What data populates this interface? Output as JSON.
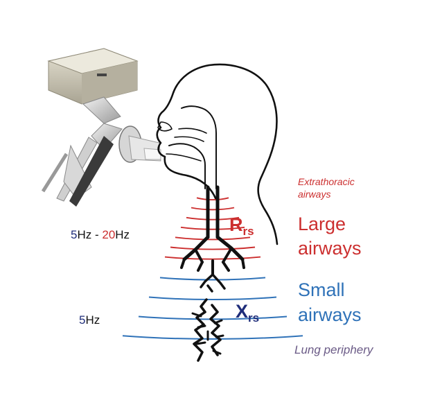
{
  "frequency_labels": {
    "broad": {
      "low": "5",
      "dash": "Hz - ",
      "high": "20",
      "unit": "Hz"
    },
    "low_only": {
      "value": "5",
      "unit": "Hz"
    }
  },
  "parameters": {
    "resistance": {
      "main": "R",
      "sub": "rs"
    },
    "reactance": {
      "main": "X",
      "sub": "rs"
    }
  },
  "regions": {
    "extrathoracic": [
      "Extrathoracic",
      "airways"
    ],
    "large": [
      "Large",
      "airways"
    ],
    "small": [
      "Small",
      "airways"
    ],
    "periphery": "Lung periphery"
  },
  "colors": {
    "red": "#cc2f2f",
    "blue": "#2f72b8",
    "navy": "#1f2d7a",
    "periphery": "#6a5a86",
    "device": "#c9c4b2",
    "airway": "#111111"
  },
  "icons": [
    "oscillometry-device-icon",
    "head-profile-icon",
    "bronchial-tree-icon"
  ]
}
